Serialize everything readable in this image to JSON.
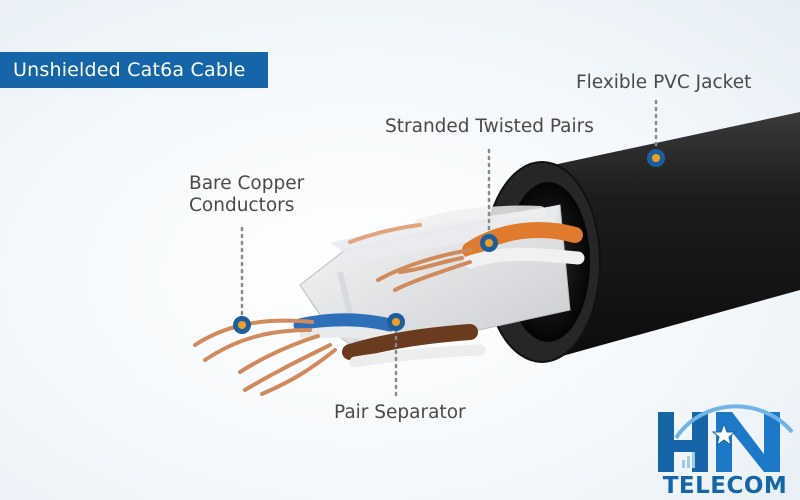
{
  "title": "Unshielded Cat6a Cable",
  "labels": {
    "jacket": "Flexible PVC Jacket",
    "pairs": "Stranded Twisted Pairs",
    "copper": "Bare Copper Conductors",
    "separator": "Pair Separator"
  },
  "logo": {
    "text": "TELECOM"
  },
  "colors": {
    "accent": "#1565a8",
    "marker_ring": "#1c5fa0",
    "marker_dot": "#f0a020",
    "jacket": "#1a1a1a",
    "copper": "#d08a5c",
    "label_text": "#4a4a4a"
  }
}
